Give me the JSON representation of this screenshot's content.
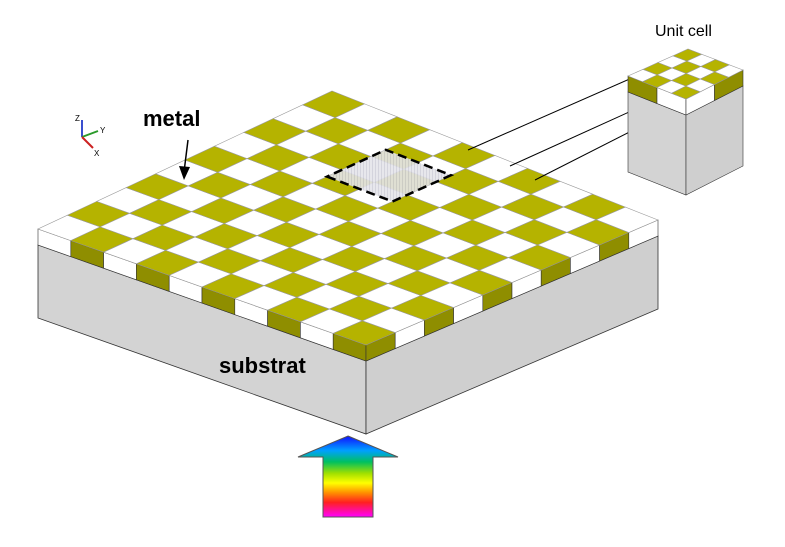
{
  "labels": {
    "metal": "metal",
    "substrat": "substrat",
    "unit_cell": "Unit cell"
  },
  "axes": {
    "z": "Z",
    "y": "Y",
    "x": "X"
  },
  "board": {
    "rows": 10,
    "cols": 10
  },
  "colors": {
    "metal": "#b5b300",
    "metal_dark": "#8f8e00",
    "white_tile": "#ffffff",
    "substrate_front": "#d3d3d3",
    "substrate_side": "#cfcfcf",
    "outline": "#333333",
    "dashed_frame": "#000000",
    "axis_z": "#3a4fcf",
    "axis_y": "#2a9a2a",
    "axis_x": "#cc2222"
  },
  "icons": {
    "arrow": "rainbow-up-arrow-icon",
    "axis": "xyz-axis-icon"
  }
}
